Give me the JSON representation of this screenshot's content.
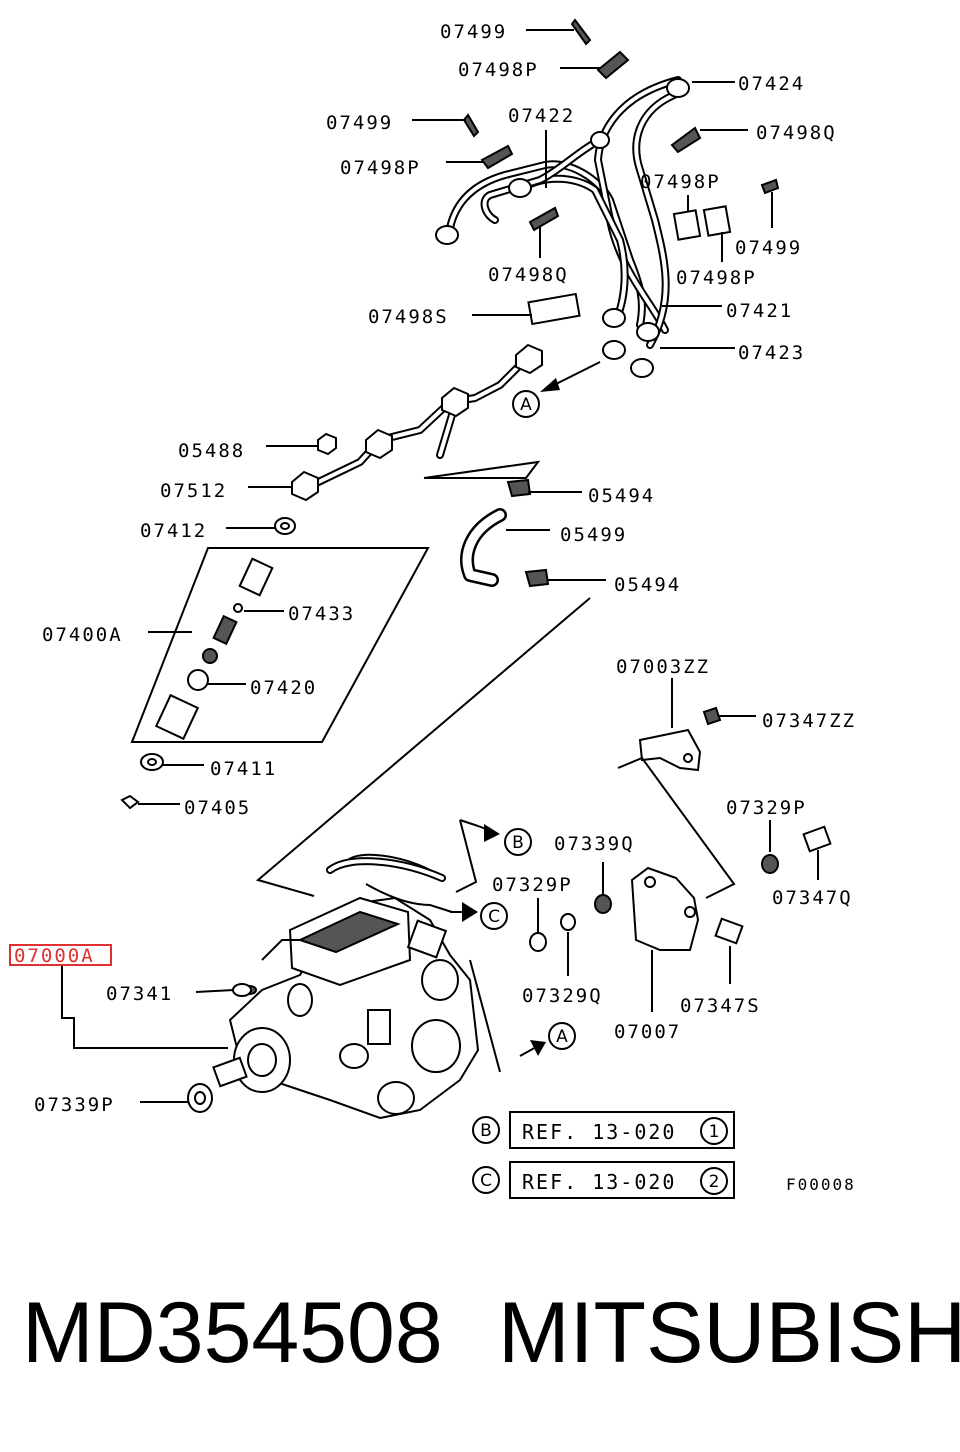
{
  "callouts": {
    "p07499_a": "07499",
    "p07498p_a": "07498P",
    "p07424": "07424",
    "p07499_b": "07499",
    "p07422": "07422",
    "p07498q_a": "07498Q",
    "p07498p_b": "07498P",
    "p07498p_c": "07498P",
    "p07499_c": "07499",
    "p07498q_b": "07498Q",
    "p07498p_d": "07498P",
    "p07421": "07421",
    "p07498s": "07498S",
    "p07423": "07423",
    "p05488": "05488",
    "p07512": "07512",
    "p05494_a": "05494",
    "p07412": "07412",
    "p05499": "05499",
    "p05494_b": "05494",
    "p07433": "07433",
    "p07400a": "07400A",
    "p07420": "07420",
    "p07003zz": "07003ZZ",
    "p07347zz": "07347ZZ",
    "p07411": "07411",
    "p07405": "07405",
    "p07329p_a": "07329P",
    "p07339q": "07339Q",
    "p07347q": "07347Q",
    "p07329p_b": "07329P",
    "p07000a": "07000A",
    "p07341": "07341",
    "p07329q": "07329Q",
    "p07347s": "07347S",
    "p07007": "07007",
    "p07339p": "07339P"
  },
  "markers": {
    "a_upper": "A",
    "a_lower": "A",
    "b": "B",
    "c": "C",
    "b_ref": "B",
    "c_ref": "C"
  },
  "references": [
    {
      "text": "REF. 13-020",
      "num": "1"
    },
    {
      "text": "REF. 13-020",
      "num": "2"
    }
  ],
  "figure_code": "F00008",
  "highlight_color": "#e0302f",
  "footer": {
    "part_number": "MD354508",
    "brand": "MITSUBISHI"
  }
}
